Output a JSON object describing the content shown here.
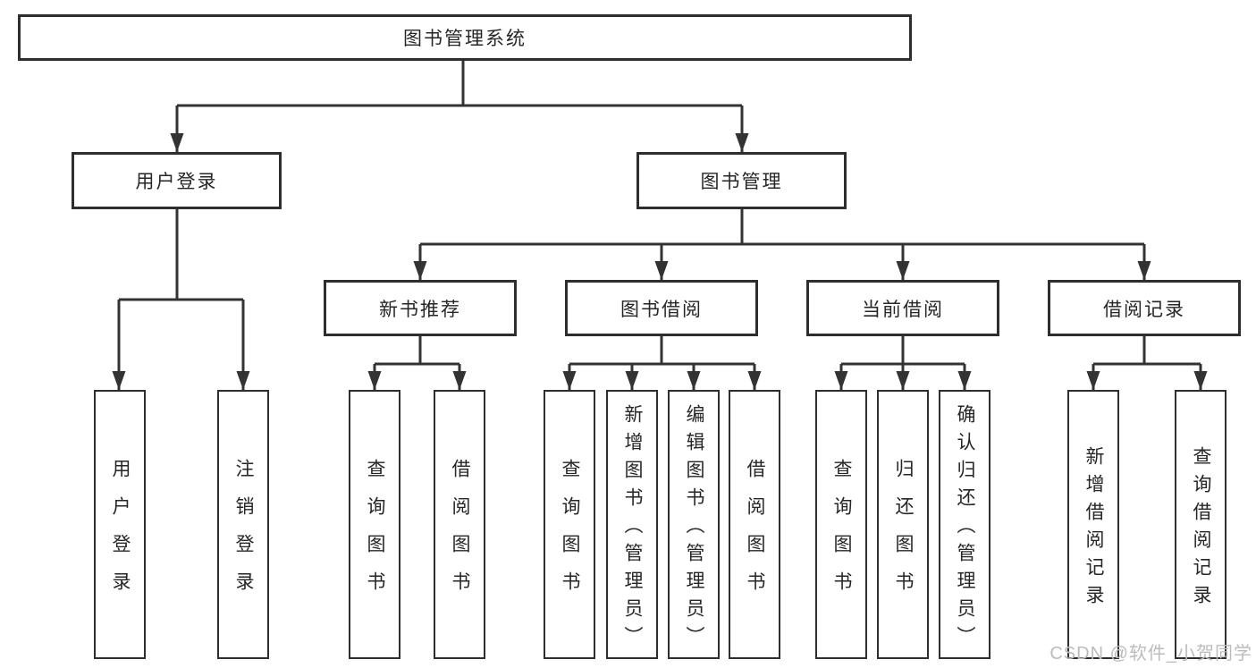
{
  "tree": {
    "label": "图书管理系统",
    "children": [
      {
        "label": "用户登录",
        "children": [
          {
            "label": "用户登录"
          },
          {
            "label": "注销登录"
          }
        ]
      },
      {
        "label": "图书管理",
        "children": [
          {
            "label": "新书推荐",
            "children": [
              {
                "label": "查询图书"
              },
              {
                "label": "借阅图书"
              }
            ]
          },
          {
            "label": "图书借阅",
            "children": [
              {
                "label": "查询图书"
              },
              {
                "label": "新增图书（管理员）"
              },
              {
                "label": "编辑图书（管理员）"
              },
              {
                "label": "借阅图书"
              }
            ]
          },
          {
            "label": "当前借阅",
            "children": [
              {
                "label": "查询图书"
              },
              {
                "label": "归还图书"
              },
              {
                "label": "确认归还（管理员）"
              }
            ]
          },
          {
            "label": "借阅记录",
            "children": [
              {
                "label": "新增借阅记录"
              },
              {
                "label": "查询借阅记录"
              }
            ]
          }
        ]
      }
    ]
  },
  "watermark": {
    "text": "CSDN @软件_小贺同学"
  },
  "colors": {
    "line": "#333333",
    "border": "#2e2e2e",
    "text": "#262626",
    "watermark": "#bcbcbc",
    "background": "#ffffff"
  }
}
